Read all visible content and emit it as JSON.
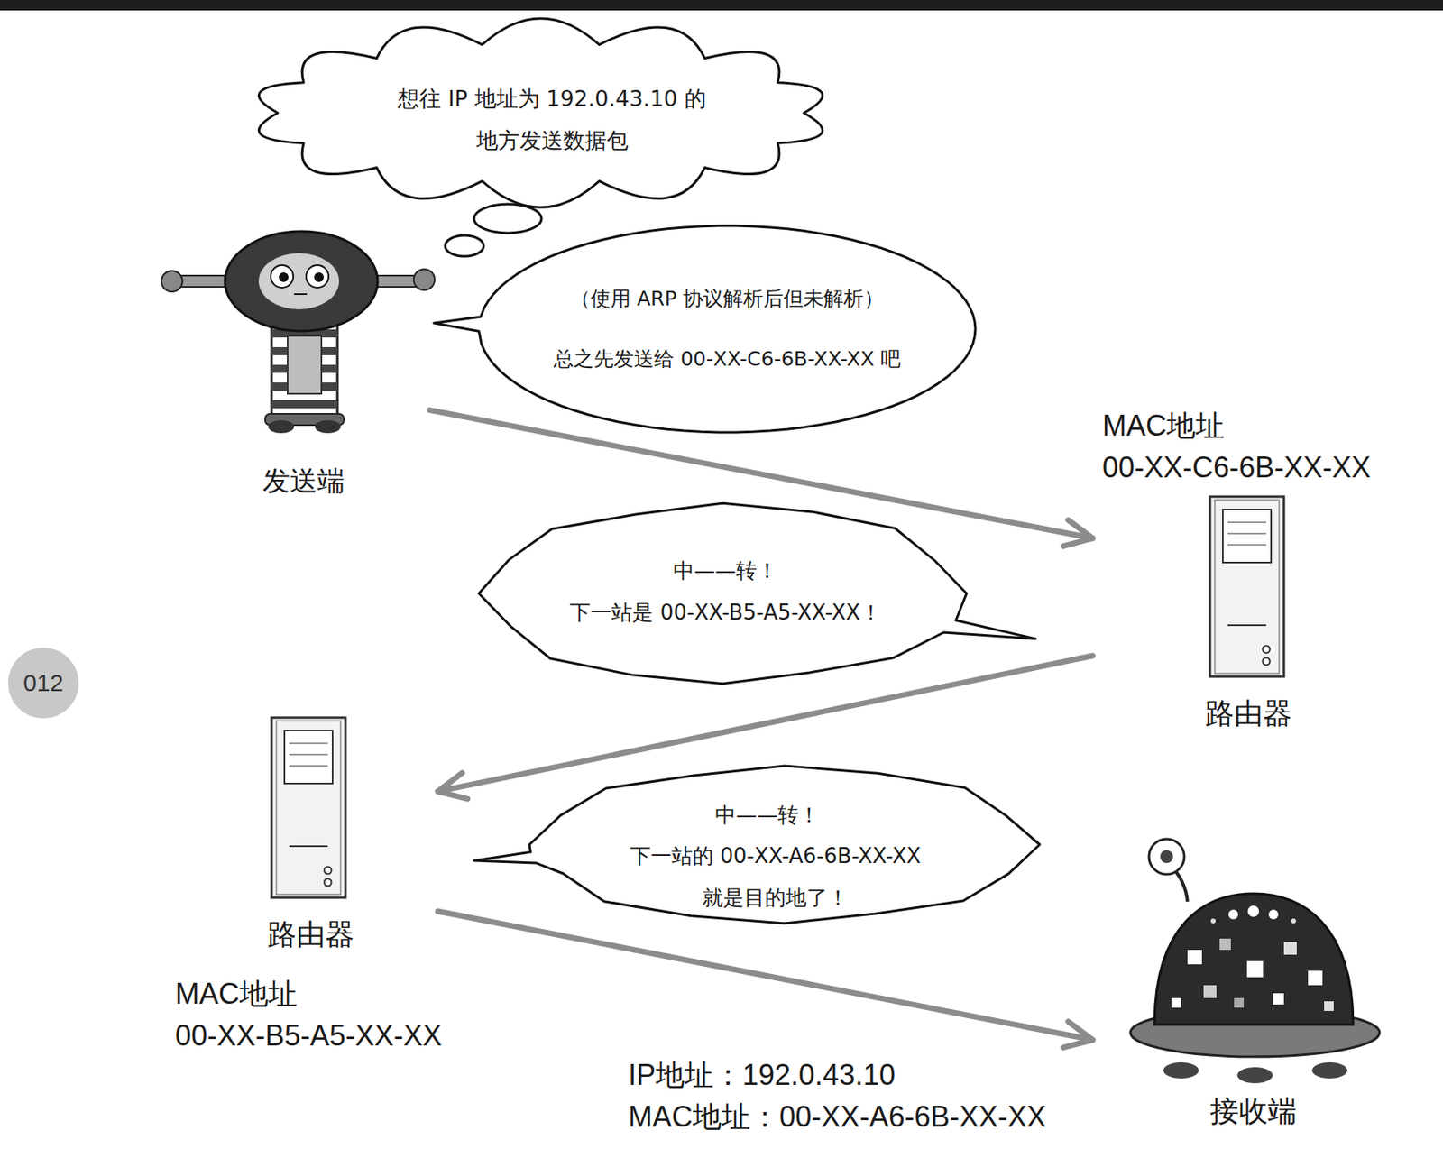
{
  "diagram": {
    "nodes": [
      {
        "text": [
          "想往 IP 地址为 192.0.43.10 的 地方发送数据包"
        ]
      },
      {
        "text": [
          "（使用 ARP 协议解析后但未解析）",
          "总之先发送给 00-XX-C6-6B-XX-XX 吧"
        ]
      },
      {
        "text": [
          "发送端"
        ]
      },
      {
        "text": [
          "MAC地址 00-XX-C6-6B-XX-XX",
          "路由器"
        ]
      },
      {
        "text": [
          "中——转！",
          "下一站是 00-XX-B5-A5-XX-XX！"
        ]
      },
      {
        "text": [
          "路由器",
          "MAC地址 00-XX-B5-A5-XX-XX"
        ]
      },
      {
        "text": [
          "中——转！",
          "下一站的 00-XX-A6-6B-XX-XX 就是目的地了！"
        ]
      },
      {
        "text": [
          "IP地址：192.0.43.10",
          "MAC地址：00-XX-A6-6B-XX-XX",
          "接收端"
        ]
      }
    ],
    "edges": [
      {
        "from": 2,
        "to": 3,
        "arrow": "to"
      },
      {
        "from": 3,
        "to": 5,
        "arrow": "to"
      },
      {
        "from": 5,
        "to": 7,
        "arrow": "to"
      }
    ],
    "labels": [
      "012"
    ]
  }
}
